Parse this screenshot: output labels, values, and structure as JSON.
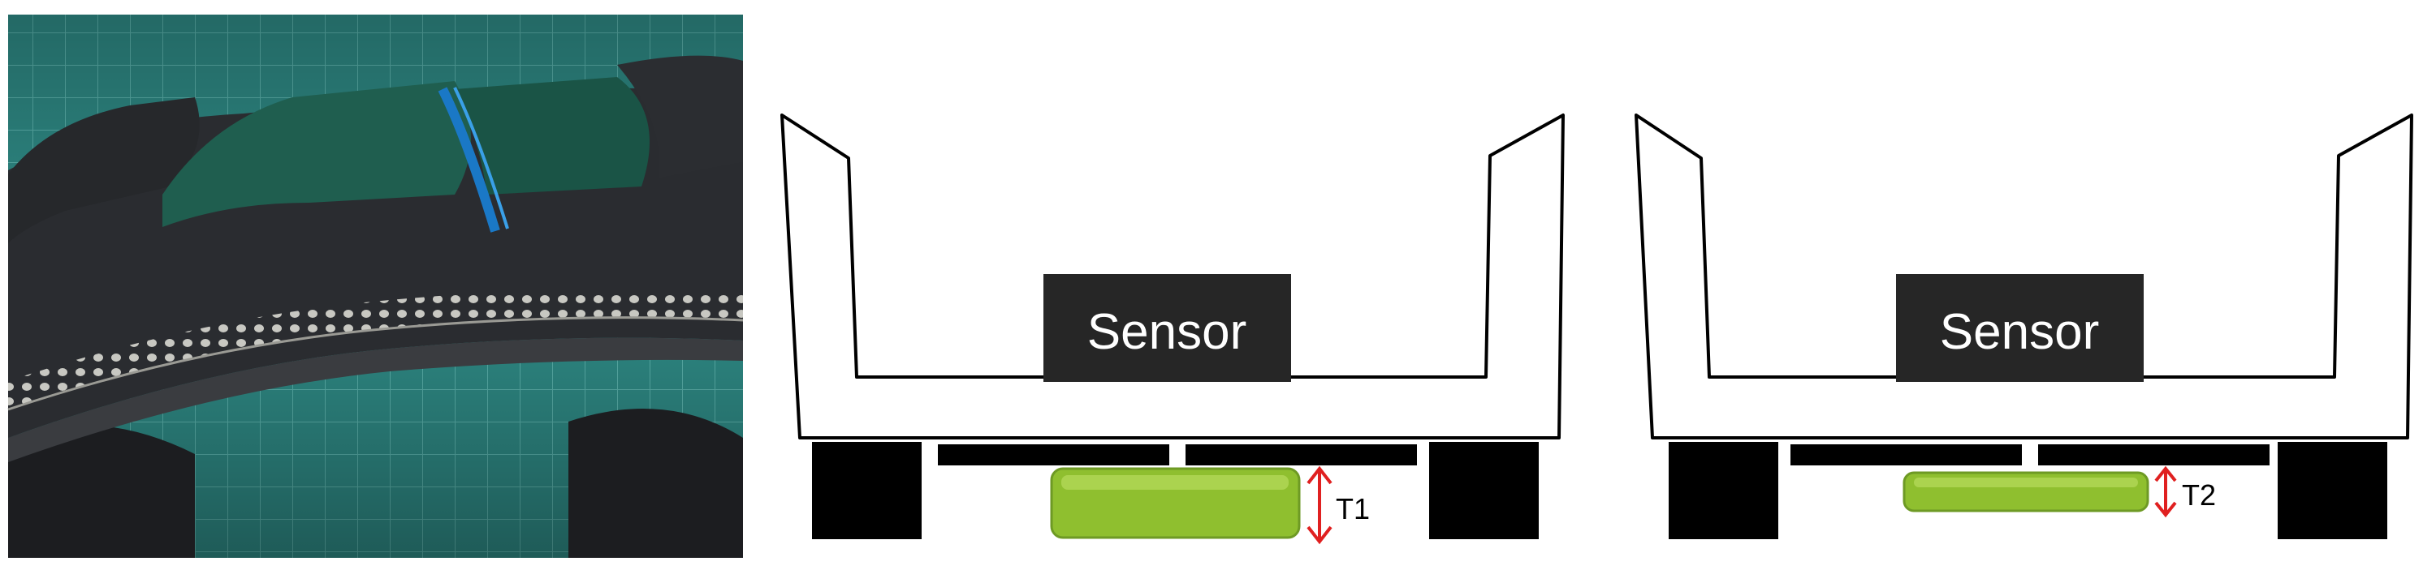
{
  "photo": {
    "colors": {
      "mat": "#2f8c87",
      "grid_line": "#7fd3cc",
      "rubber": "#2a2c30",
      "tread_block": "#1f5e4f",
      "highlight": "#1a78c6",
      "wire": "#d9d9d2"
    }
  },
  "diagram_a": {
    "sensor_label": "Sensor",
    "gap_label": "T1"
  },
  "diagram_b": {
    "sensor_label": "Sensor",
    "gap_label": "T2"
  },
  "colors": {
    "sensor_box": "#262626",
    "sensor_text": "#ffffff",
    "outline": "#000000",
    "target_fill": "#8fbf2f",
    "target_stroke": "#6e9a24",
    "arrow": "#e02020"
  }
}
